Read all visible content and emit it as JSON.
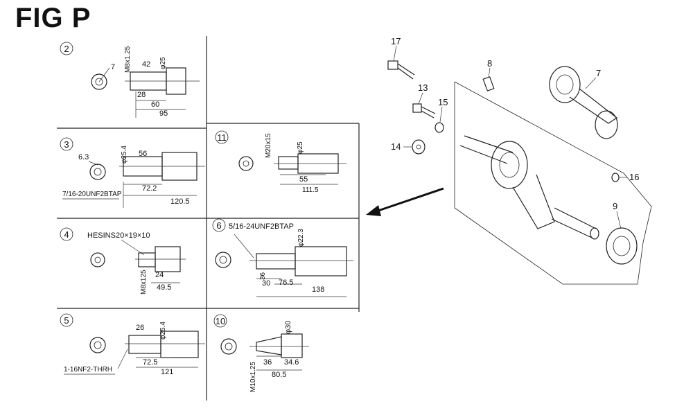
{
  "title": "FIG P",
  "shafts": [
    {
      "id": "2",
      "dims": [
        "7",
        "M8x1.25",
        "42",
        "φ25",
        "28",
        "60",
        "95"
      ]
    },
    {
      "id": "3",
      "dims": [
        "6.3",
        "φ25.4",
        "56",
        "7/16-20UNF2BTAP",
        "72.2",
        "120.5"
      ]
    },
    {
      "id": "4",
      "dims": [
        "HESINS20×19×10",
        "24",
        "M8x125",
        "49.5"
      ]
    },
    {
      "id": "5",
      "dims": [
        "26",
        "φ25.4",
        "72.5",
        "1-16NF2-THRH",
        "121"
      ]
    },
    {
      "id": "11",
      "dims": [
        "M20x15",
        "φ25",
        "55",
        "111.5"
      ]
    },
    {
      "id": "6",
      "dims": [
        "5/16-24UNF2BTAP",
        "φ22.3",
        "36",
        "30",
        "76.5",
        "138"
      ]
    },
    {
      "id": "10",
      "dims": [
        "φ30",
        "M10x1.25",
        "36",
        "34.6",
        "80.5"
      ]
    }
  ],
  "parts": [
    "17",
    "8",
    "7",
    "13",
    "15",
    "14",
    "16",
    "9"
  ]
}
